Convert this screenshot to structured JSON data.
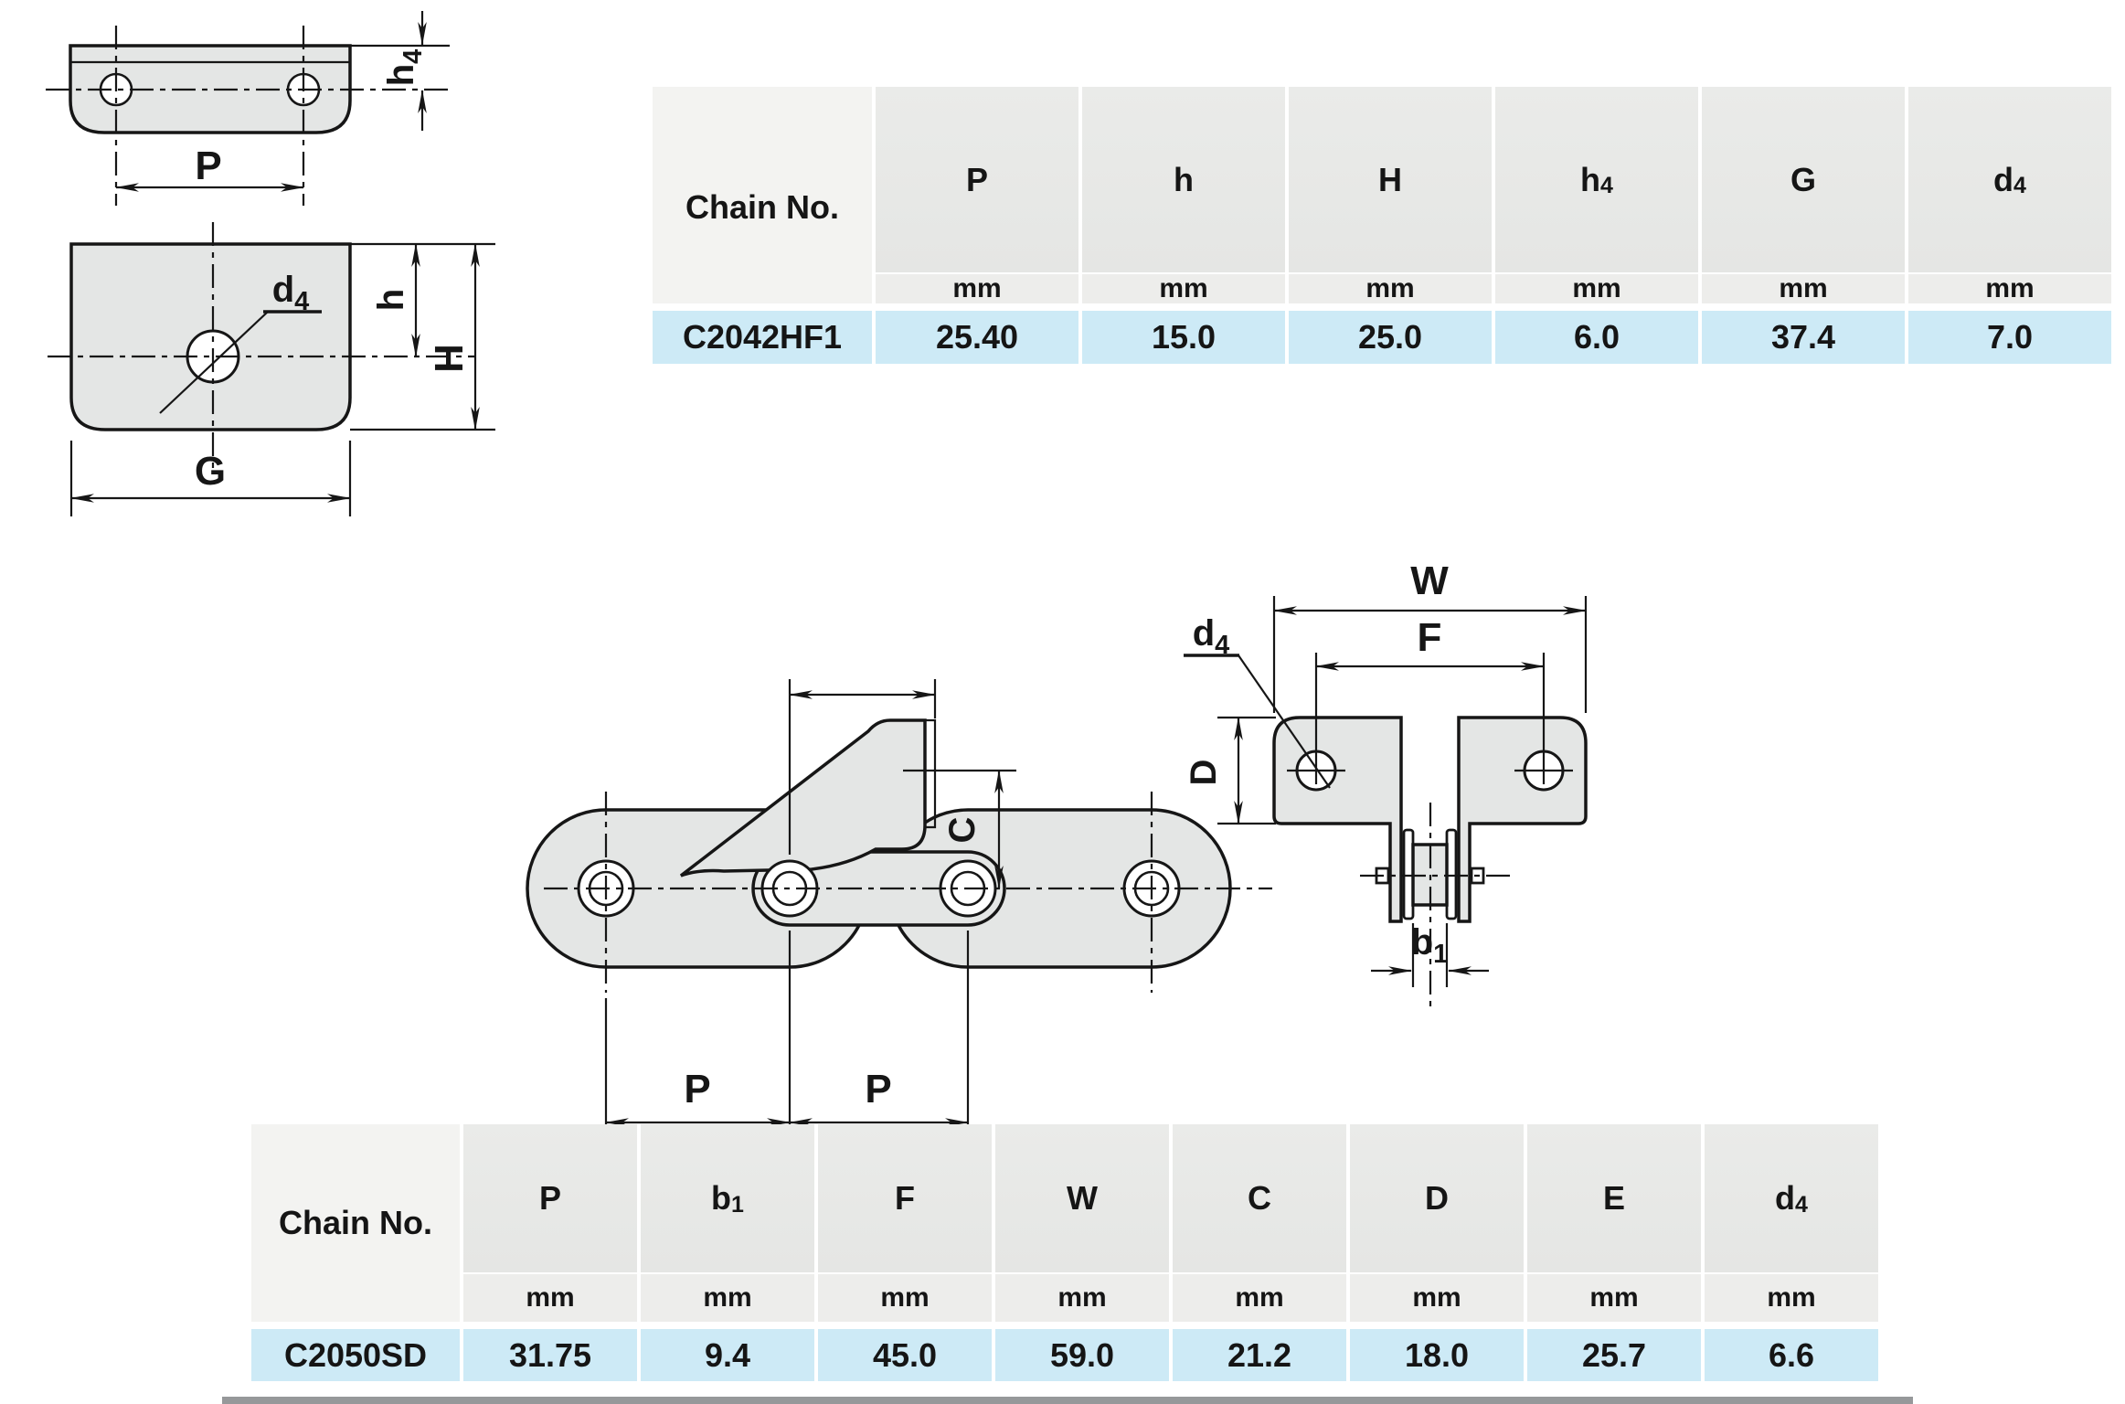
{
  "colors": {
    "accent_row": "#cdeaf6",
    "header_gray": "#e8e9e7",
    "label_col": "#f3f3f1",
    "drawing_fill": "#e4e6e5",
    "line": "#161616"
  },
  "table1": {
    "label_col_header": "Chain No.",
    "unit": "mm",
    "columns": [
      {
        "main": "P",
        "sub": ""
      },
      {
        "main": "h",
        "sub": ""
      },
      {
        "main": "H",
        "sub": ""
      },
      {
        "main": "h",
        "sub": "4"
      },
      {
        "main": "G",
        "sub": ""
      },
      {
        "main": "d",
        "sub": "4"
      }
    ],
    "rows": [
      {
        "chain_no": "C2042HF1",
        "values": [
          "25.40",
          "15.0",
          "25.0",
          "6.0",
          "37.4",
          "7.0"
        ]
      }
    ]
  },
  "table2": {
    "label_col_header": "Chain No.",
    "unit": "mm",
    "columns": [
      {
        "main": "P",
        "sub": ""
      },
      {
        "main": "b",
        "sub": "1"
      },
      {
        "main": "F",
        "sub": ""
      },
      {
        "main": "W",
        "sub": ""
      },
      {
        "main": "C",
        "sub": ""
      },
      {
        "main": "D",
        "sub": ""
      },
      {
        "main": "E",
        "sub": ""
      },
      {
        "main": "d",
        "sub": "4"
      }
    ],
    "rows": [
      {
        "chain_no": "C2050SD",
        "values": [
          "31.75",
          "9.4",
          "45.0",
          "59.0",
          "21.2",
          "18.0",
          "25.7",
          "6.6"
        ]
      }
    ]
  },
  "drawings": {
    "attachment_top_view": {
      "p": "P",
      "h4": {
        "main": "h",
        "sub": "4"
      }
    },
    "attachment_side_view": {
      "d4": {
        "main": "d",
        "sub": "4"
      },
      "h": "h",
      "H": "H",
      "g": "G"
    },
    "chain_side_view": {
      "p1": "P",
      "p2": "P",
      "c": "C"
    },
    "chain_end_view": {
      "w": "W",
      "f": "F",
      "d": "D",
      "d4": {
        "main": "d",
        "sub": "4"
      },
      "b1": {
        "main": "b",
        "sub": "1"
      }
    }
  }
}
